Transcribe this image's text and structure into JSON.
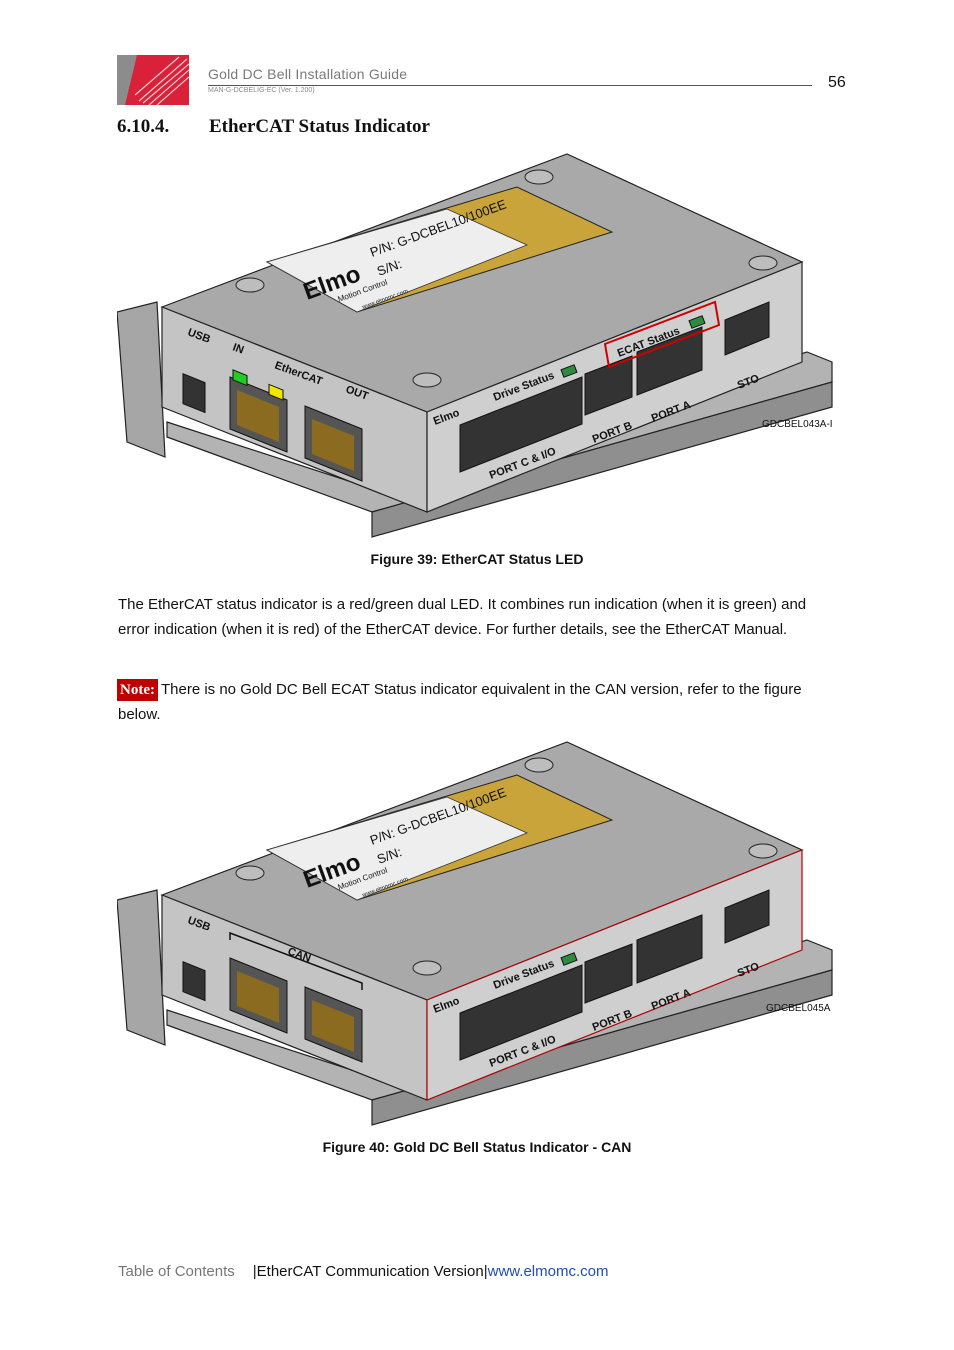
{
  "header": {
    "guide_title": "Gold DC Bell Installation Guide",
    "doc_code": "MAN-G-DCBELIG-EC (Ver. 1.200)",
    "page_number": "56"
  },
  "section": {
    "number": "6.10.4.",
    "title": "EtherCAT Status Indicator"
  },
  "figure_1": {
    "caption": "Figure 39: EtherCAT Status LED",
    "drawing_code": "GDCBEL043A-I",
    "labels": {
      "usb": "USB",
      "in": "IN",
      "ethercat": "EtherCAT",
      "out": "OUT",
      "drive_status": "Drive Status",
      "ecat_status": "ECAT Status",
      "sto": "STO",
      "port_a": "PORT A",
      "port_b": "PORT B",
      "port_c": "PORT C & I/O",
      "pn": "P/N: G-DCBEL10/100EE",
      "sn": "S/N:",
      "brand": "Elmo",
      "tagline": "Motion Control",
      "website": "www.elmomc.com"
    }
  },
  "body": {
    "paragraph_1": "The EtherCAT status indicator is a red/green dual LED. It combines run indication (when it is green) and error indication (when it is red) of the EtherCAT device. For further details, see the EtherCAT Manual.",
    "note_label": "Note:",
    "note_text": "There is no Gold DC Bell ECAT Status indicator equivalent in the CAN version, refer to the figure below."
  },
  "figure_2": {
    "caption": "Figure 40:   Gold DC Bell Status Indicator - CAN",
    "drawing_code": "GDCBEL045A",
    "labels": {
      "usb": "USB",
      "can": "CAN",
      "drive_status": "Drive Status",
      "sto": "STO",
      "port_a": "PORT A",
      "port_b": "PORT B",
      "port_c": "PORT C & I/O",
      "pn": "P/N: G-DCBEL10/100EE",
      "sn": "S/N:",
      "brand": "Elmo",
      "tagline": "Motion Control",
      "website": "www.elmomc.com"
    }
  },
  "footer": {
    "toc_link": "Table of Contents",
    "sep1": "|",
    "version": "EtherCAT Communication Version",
    "sep2": "|",
    "website": "www.elmomc.com"
  },
  "colors": {
    "note_bg": "#c00000",
    "link": "#1f4eb4",
    "led_green": "#22cc22",
    "led_yellow": "#f2e600",
    "highlight_red": "#d00000",
    "label_gold": "#c8a43a"
  }
}
